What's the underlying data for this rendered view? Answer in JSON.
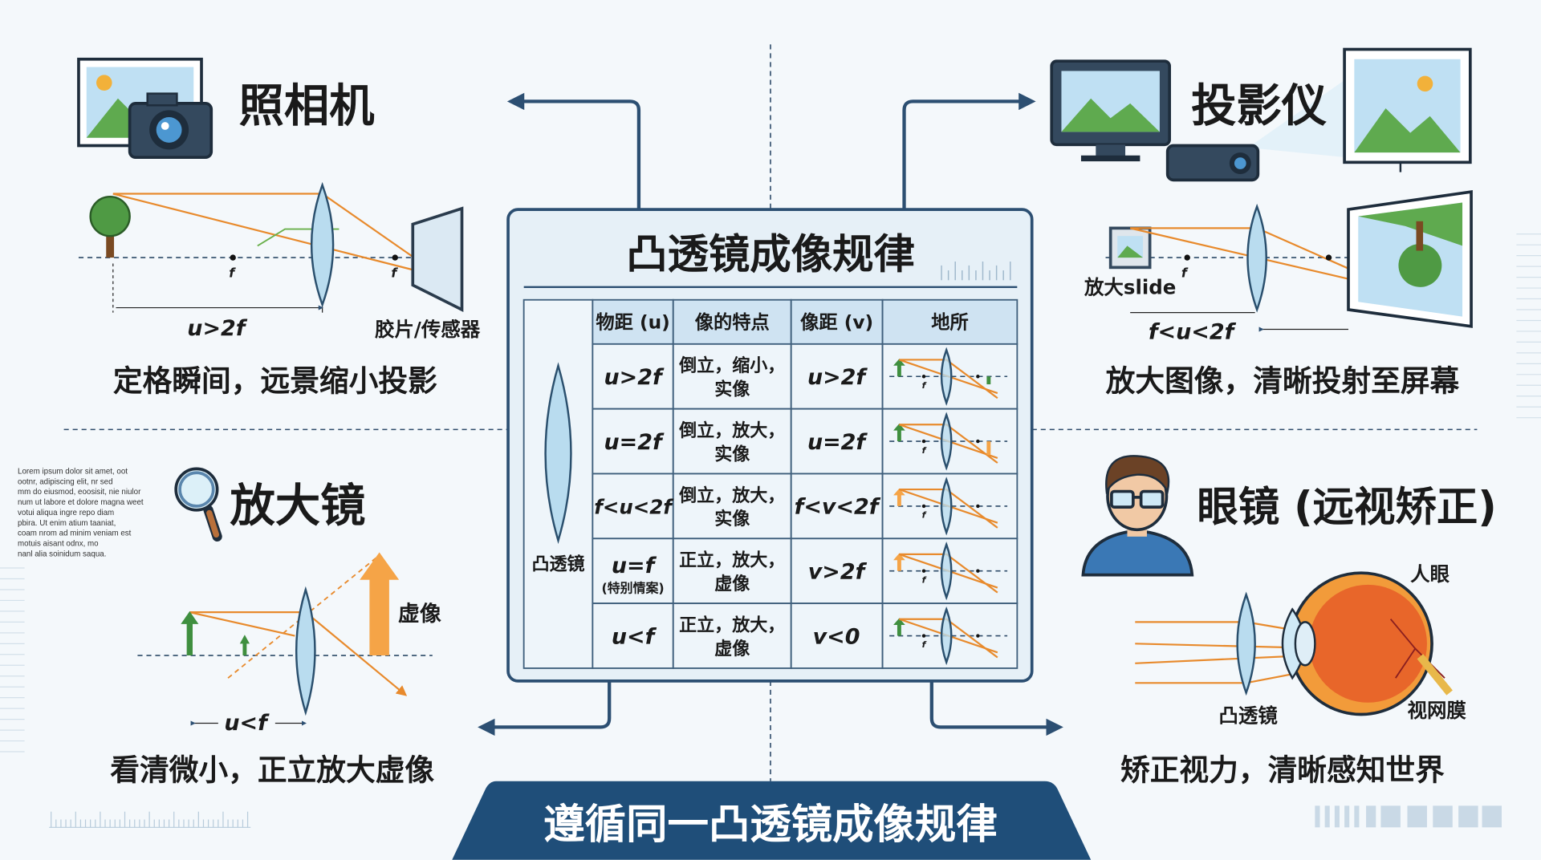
{
  "center": {
    "title": "凸透镜成像规律",
    "lens_label": "凸透镜",
    "headers": [
      "物距 (u)",
      "像的特点",
      "像距 (v)",
      "地所"
    ],
    "rows": [
      {
        "u": "u>2f",
        "note": "",
        "feat1": "倒立，缩小，",
        "feat2": "实像",
        "v": "u>2f"
      },
      {
        "u": "u=2f",
        "note": "",
        "feat1": "倒立，放大，",
        "feat2": "实像",
        "v": "u=2f"
      },
      {
        "u": "f<u<2f",
        "note": "",
        "feat1": "倒立，放大，",
        "feat2": "实像",
        "v": "f<v<2f"
      },
      {
        "u": "u=f",
        "note": "(特别情案)",
        "feat1": "正立，放大，",
        "feat2": "虚像",
        "v": "v>2f"
      },
      {
        "u": "u<f",
        "note": "",
        "feat1": "正立，放大，",
        "feat2": "虚像",
        "v": "v<0"
      }
    ],
    "diagram_f": "f"
  },
  "camera": {
    "title": "照相机",
    "f_label": "f",
    "distance": "u>2f",
    "film_label": "胶片/传感器",
    "caption": "定格瞬间，远景缩小投影"
  },
  "projector": {
    "title": "投影仪",
    "slide_label": "放大slide",
    "f_label": "f",
    "distance": "f<u<2f",
    "caption": "放大图像，清晰投射至屏幕"
  },
  "magnifier": {
    "title": "放大镜",
    "doc_text": [
      "Lorem ipsum dolor sit amet, oot",
      "ootnr, adipiscing elit, nr sed",
      "mm do eiusmod, eoosisit, nie niulor",
      "num ut labore et dolore magna weet",
      "votui aliqua ingre repo diam",
      "pbira. Ut enim atium taaniat,",
      "coam nrom ad minim veniam est",
      "motuis aisant odnx, mo",
      "nanl alia soinidum saqua."
    ],
    "virtual_label": "虚像",
    "distance": "u<f",
    "caption": "看清微小，正立放大虚像"
  },
  "glasses": {
    "title": "眼镜 (远视矫正)",
    "eye_label": "人眼",
    "lens_label": "凸透镜",
    "retina_label": "视网膜",
    "caption": "矫正视力，清晰感知世界"
  },
  "banner": {
    "text": "遵循同一凸透镜成像规律"
  },
  "colors": {
    "navy": "#1f4e79",
    "orange": "#e88a2c",
    "green": "#3f8f3f",
    "lens": "#b9dcef"
  }
}
